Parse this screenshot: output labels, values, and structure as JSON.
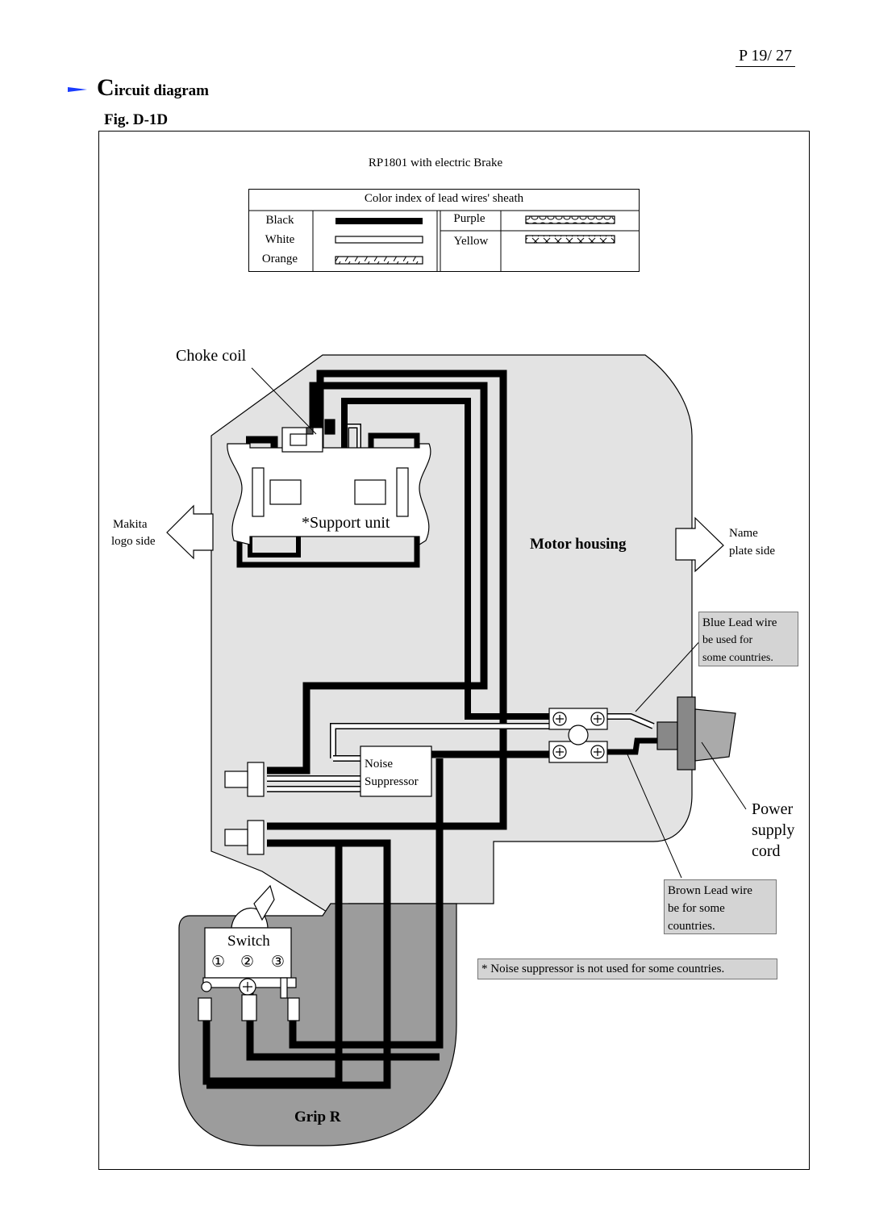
{
  "page_number": "P 19/ 27",
  "section": {
    "title_cap": "C",
    "title_rest": "ircuit diagram"
  },
  "figure_label": "Fig. D-1D",
  "model_title": "RP1801 with electric Brake",
  "legend": {
    "header": "Color index of lead wires' sheath",
    "entries": [
      {
        "name": "Black",
        "pattern": "solid-black"
      },
      {
        "name": "White",
        "pattern": "hollow"
      },
      {
        "name": "Orange",
        "pattern": "diagonal-hatch"
      },
      {
        "name": "Purple",
        "pattern": "chain-circles"
      },
      {
        "name": "Yellow",
        "pattern": "cross-hatch"
      }
    ]
  },
  "labels": {
    "choke_coil": "Choke coil",
    "support_unit": "*Support unit",
    "motor_housing": "Motor housing",
    "makita_logo_side_1": "Makita",
    "makita_logo_side_2": "logo side",
    "name_plate_side_1": "Name",
    "name_plate_side_2": "plate side",
    "noise_1": "Noise",
    "noise_2": "Suppressor",
    "switch": "Switch",
    "switch_terminals": [
      "①",
      "②",
      "③"
    ],
    "power_supply_1": "Power",
    "power_supply_2": "supply",
    "power_supply_3": "cord",
    "grip": "Grip R",
    "blue_note": [
      "Blue Lead wire",
      "be used for",
      "some countries."
    ],
    "brown_note": [
      "Brown Lead wire",
      "be for some",
      "countries."
    ],
    "noise_note": "* Noise suppressor is not used for some countries."
  },
  "colors": {
    "motor_housing_fill": "#e3e3e3",
    "grip_fill": "#9c9c9c",
    "note_box_fill": "#d4d4d4"
  }
}
